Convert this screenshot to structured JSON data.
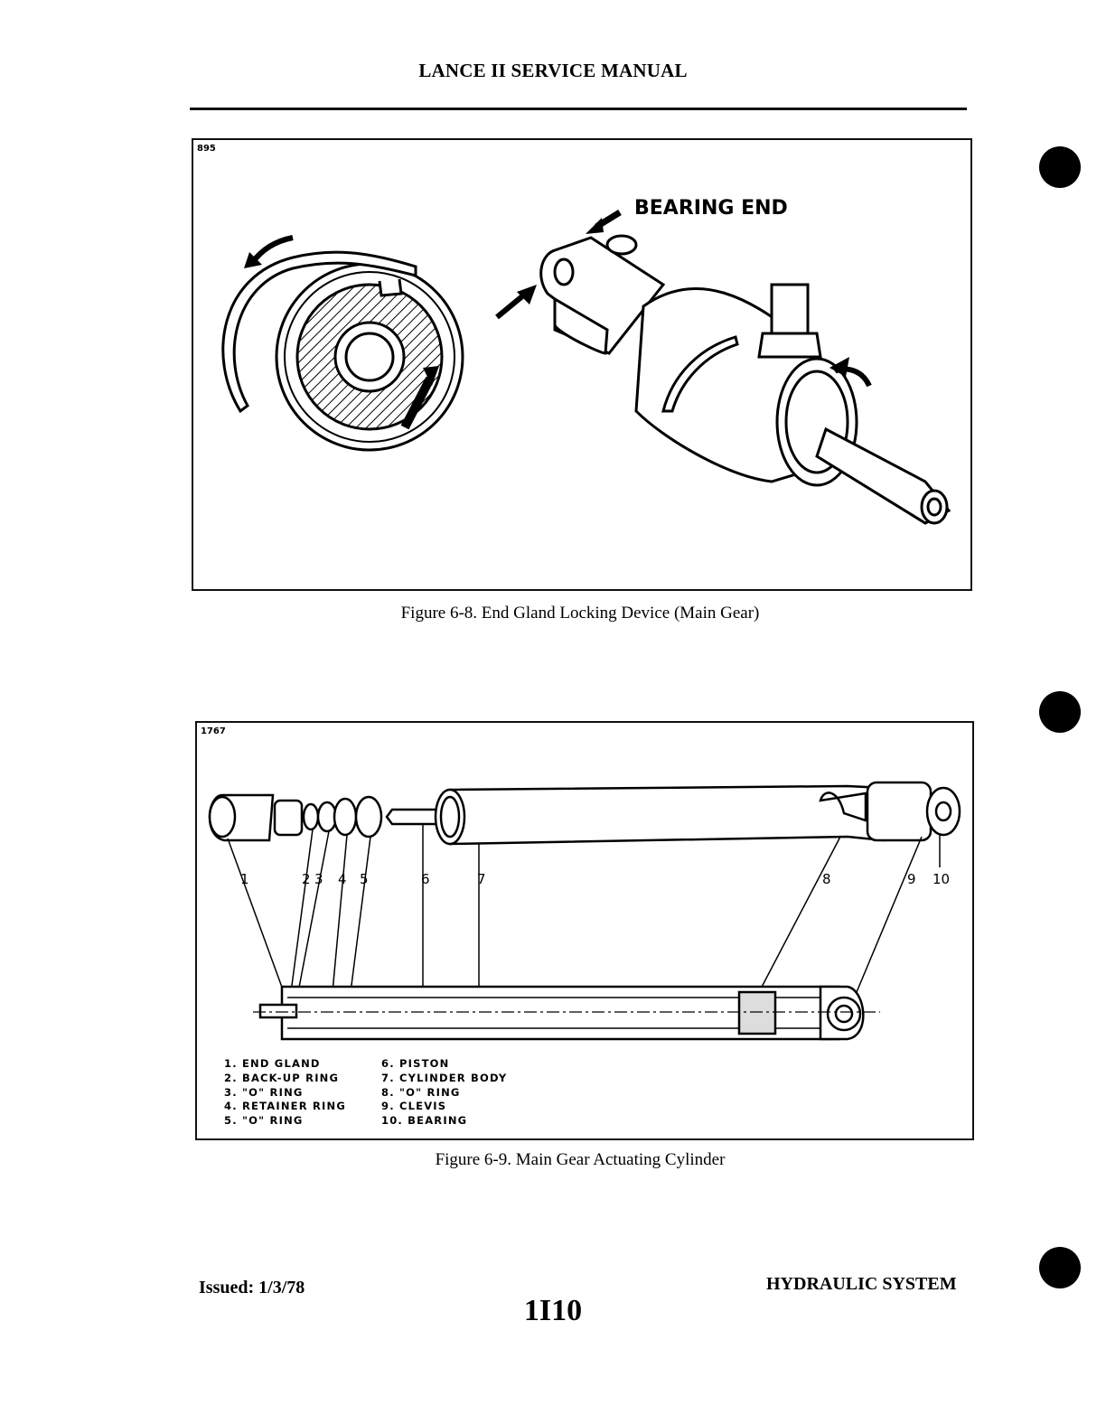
{
  "header": {
    "title": "LANCE II SERVICE MANUAL"
  },
  "figure_6_8": {
    "figure_number": "895",
    "callout": "BEARING END",
    "caption": "Figure 6-8.  End Gland Locking Device (Main Gear)"
  },
  "figure_6_9": {
    "figure_number": "1767",
    "callout_numbers": [
      "1",
      "2",
      "3",
      "4",
      "5",
      "6",
      "7",
      "8",
      "9",
      "10"
    ],
    "legend_left": [
      "1.  END GLAND",
      "2.  BACK-UP RING",
      "3.  \"O\" RING",
      "4.  RETAINER RING",
      "5.  \"O\" RING"
    ],
    "legend_right": [
      "6.  PISTON",
      "7.  CYLINDER BODY",
      "8.  \"O\" RING",
      "9.  CLEVIS",
      "10.  BEARING"
    ],
    "caption": "Figure 6-9.  Main Gear Actuating Cylinder"
  },
  "footer": {
    "issued": "Issued: 1/3/78",
    "section": "HYDRAULIC SYSTEM",
    "page": "1I10"
  }
}
